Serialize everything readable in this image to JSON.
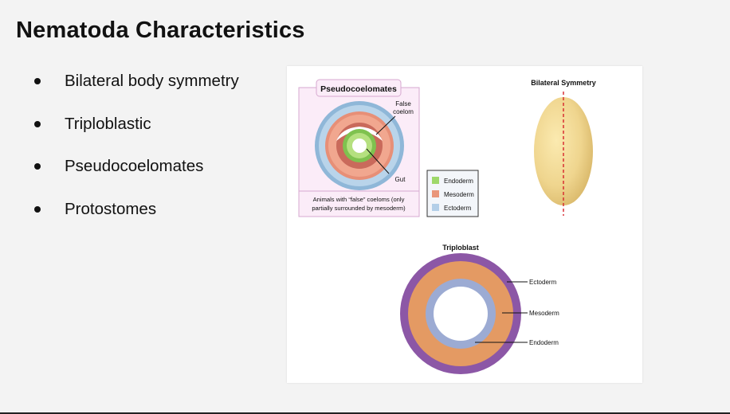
{
  "slide": {
    "title": "Nematoda Characteristics",
    "bullets": [
      "Bilateral body symmetry",
      "Triploblastic",
      "Pseudocoelomates",
      "Protostomes"
    ]
  },
  "figure": {
    "pseudo": {
      "heading": "Pseudocoelomates",
      "label_false_coelom_1": "False",
      "label_false_coelom_2": "coelom",
      "label_gut": "Gut",
      "caption_1": "Animals with “false” coeloms (only",
      "caption_2": "partially surrounded by mesoderm)"
    },
    "legend": {
      "items": [
        {
          "label": "Endoderm",
          "color": "#9ed86a"
        },
        {
          "label": "Mesoderm",
          "color": "#e9967a"
        },
        {
          "label": "Ectoderm",
          "color": "#b3cfe8"
        }
      ]
    },
    "bilateral": {
      "heading": "Bilateral Symmetry"
    },
    "triplo": {
      "heading": "Triploblast",
      "label_ectoderm": "Ectoderm",
      "label_mesoderm": "Mesoderm",
      "label_endoderm": "Endoderm"
    }
  }
}
